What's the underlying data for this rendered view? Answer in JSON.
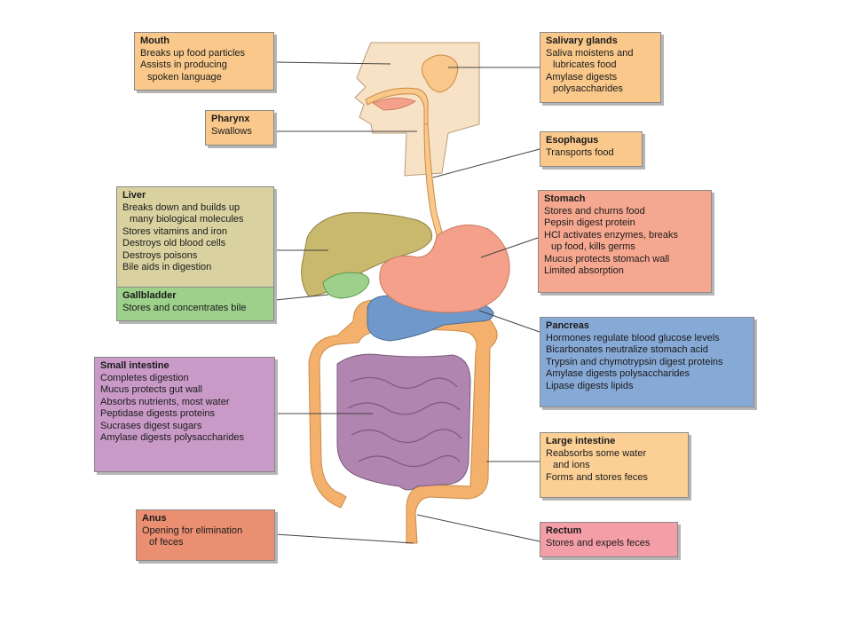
{
  "colors": {
    "orange": "#f9c88a",
    "salmon": "#f5a78f",
    "olive": "#d9d1a0",
    "green": "#9dd08a",
    "purple": "#c99ac7",
    "blue": "#86a9d6",
    "rose": "#f49ea7",
    "anus": "#ea8f72",
    "peach": "#fccf95",
    "liver": "#c9b96d",
    "stomach": "#f5a08a",
    "pancreas": "#6f98cb",
    "small_intestine": "#b085b0",
    "large_intestine": "#f4b16e",
    "body_skin": "#f8e2c6"
  },
  "labels": {
    "mouth": {
      "title": "Mouth",
      "lines": [
        "Breaks up food particles",
        "Assists in producing",
        "spoken language"
      ]
    },
    "pharynx": {
      "title": "Pharynx",
      "lines": [
        "Swallows"
      ]
    },
    "liver": {
      "title": "Liver",
      "lines": [
        "Breaks down and builds up",
        "many biological molecules",
        "Stores vitamins and iron",
        "Destroys old blood cells",
        "Destroys poisons",
        "Bile aids in digestion"
      ]
    },
    "gallbladder": {
      "title": "Gallbladder",
      "lines": [
        "Stores and concentrates bile"
      ]
    },
    "small_intestine": {
      "title": "Small intestine",
      "lines": [
        "Completes digestion",
        "Mucus protects gut wall",
        "Absorbs nutrients, most water",
        "Peptidase digests proteins",
        "Sucrases digest sugars",
        "Amylase digests polysaccharides"
      ]
    },
    "anus": {
      "title": "Anus",
      "lines": [
        "Opening for elimination",
        "of feces"
      ]
    },
    "salivary_glands": {
      "title": "Salivary glands",
      "lines": [
        "Saliva moistens and",
        "lubricates food",
        "Amylase digests",
        "polysaccharides"
      ]
    },
    "esophagus": {
      "title": "Esophagus",
      "lines": [
        "Transports food"
      ]
    },
    "stomach": {
      "title": "Stomach",
      "lines": [
        "Stores and churns food",
        "Pepsin digest protein",
        "HCl activates enzymes, breaks",
        "up food, kills germs",
        "Mucus protects stomach wall",
        "Limited absorption"
      ]
    },
    "pancreas": {
      "title": "Pancreas",
      "lines": [
        "Hormones regulate blood glucose levels",
        "Bicarbonates neutralize stomach acid",
        "Trypsin and chymotrypsin digest proteins",
        "Amylase digests polysaccharides",
        "Lipase digests lipids"
      ]
    },
    "large_intestine": {
      "title": "Large intestine",
      "lines": [
        "Reabsorbs some water",
        "and ions",
        "Forms and stores feces"
      ]
    },
    "rectum": {
      "title": "Rectum",
      "lines": [
        "Stores and expels feces"
      ]
    }
  }
}
